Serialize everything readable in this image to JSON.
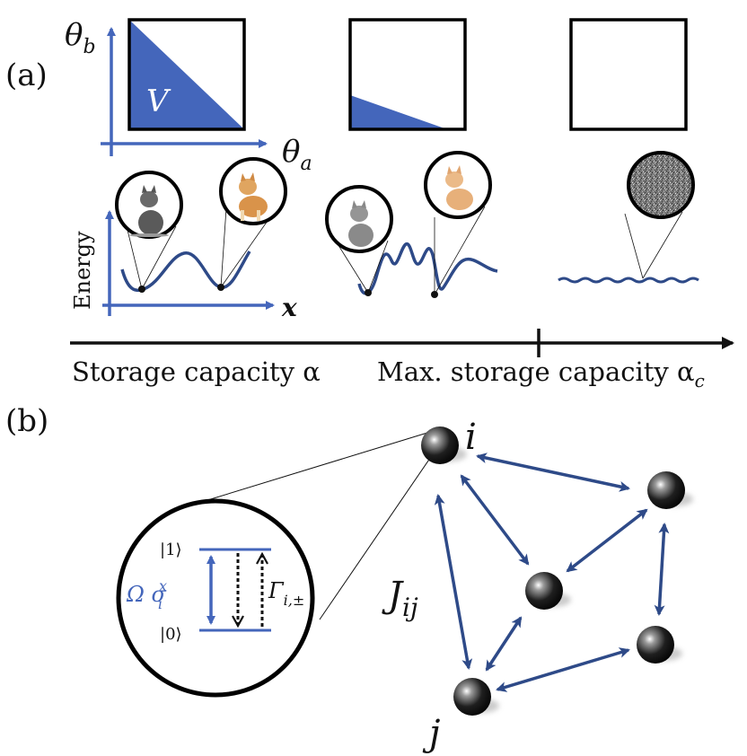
{
  "panel_a": {
    "label": "(a)",
    "y_axis_label": "θ",
    "y_axis_sub": "b",
    "x_axis_label": "θ",
    "x_axis_sub": "a",
    "region_label": "V",
    "energy_label": "Energy",
    "x_coord_label": "x",
    "capacity_left": "Storage capacity α",
    "capacity_mid": "Max. storage capacity α",
    "capacity_mid_sub": "c"
  },
  "panel_b": {
    "label": "(b)",
    "node_i": "i",
    "node_j": "j",
    "coupling": "J",
    "coupling_sub": "ij",
    "level_1": "|1⟩",
    "level_0": "|0⟩",
    "drive": "Ω σ",
    "drive_sub": "i",
    "drive_sup": "x",
    "decay": "Γ",
    "decay_sub": "i,±"
  },
  "colors": {
    "accent": "#4466bb",
    "arrow": "#2e4a88",
    "ink": "#111111"
  }
}
